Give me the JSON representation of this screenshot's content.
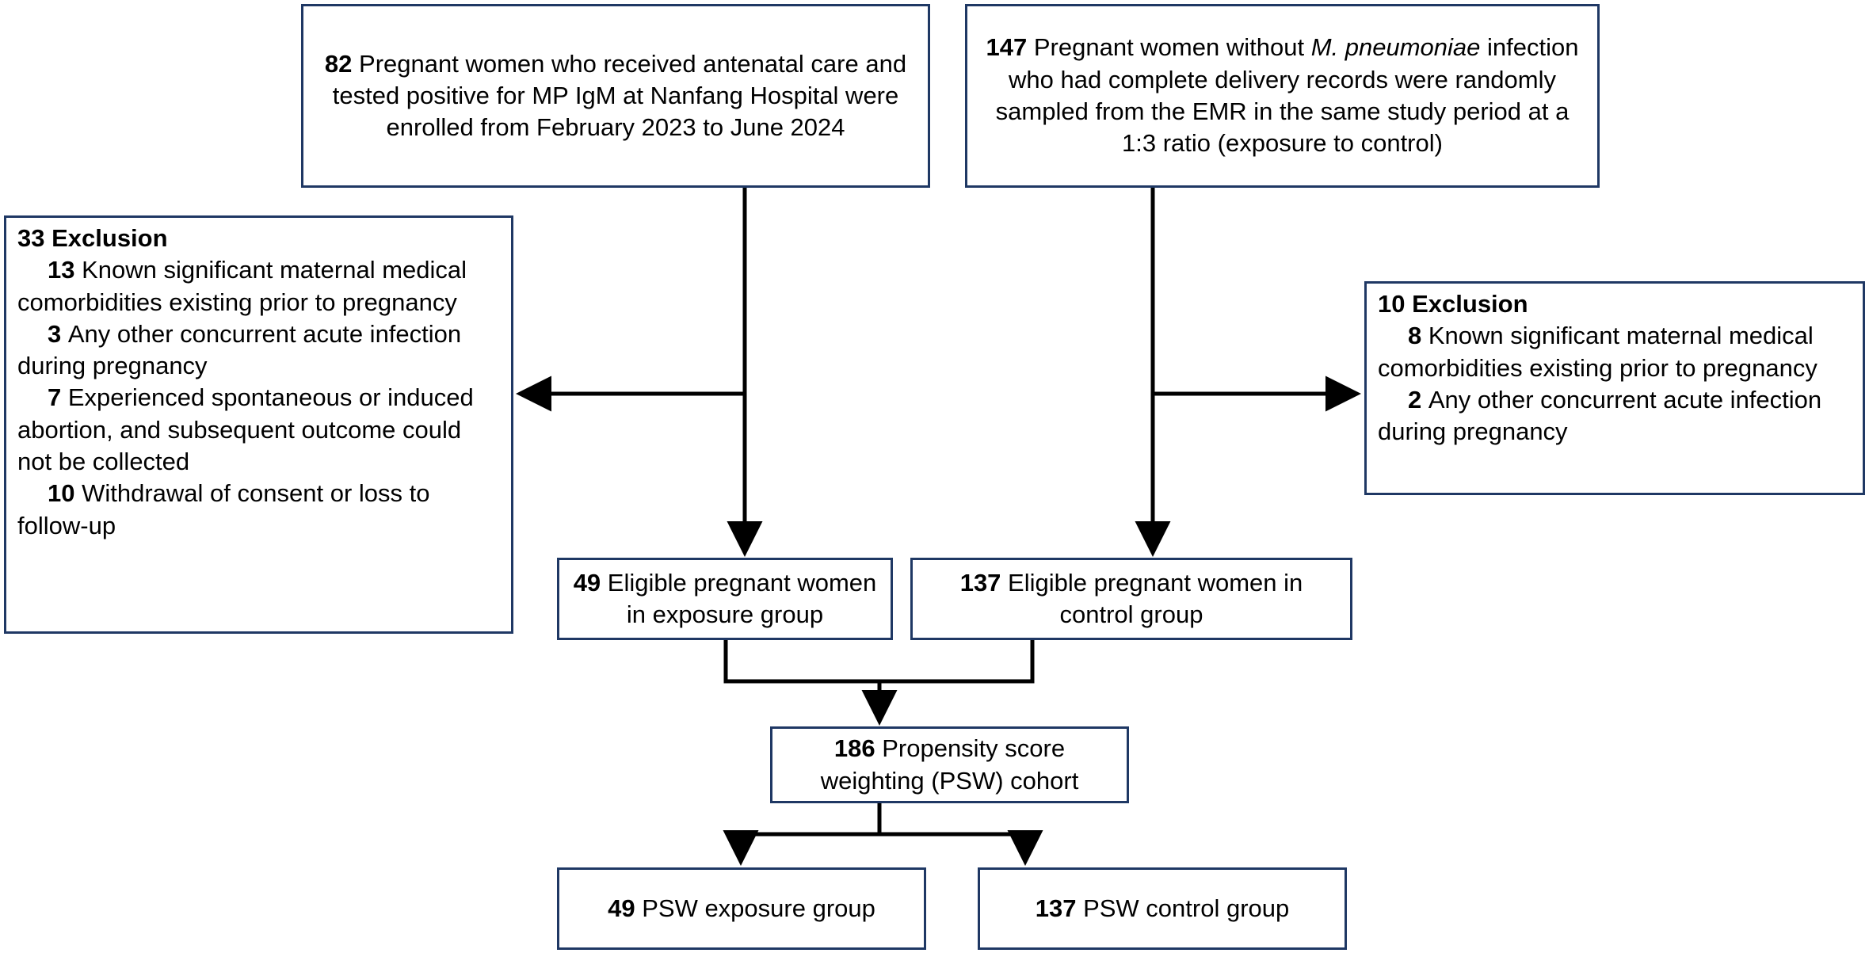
{
  "diagram": {
    "type": "study-flow-diagram",
    "colors": {
      "box_border": "#1f3864",
      "connector": "#000000",
      "background": "#ffffff",
      "text": "#000000"
    },
    "boxes": {
      "enrollment_exposure": {
        "count": "82",
        "text": "Pregnant women who received antenatal care and tested positive for MP IgM at Nanfang Hospital were enrolled from February 2023 to June 2024"
      },
      "enrollment_control": {
        "count": "147",
        "text_before_italic": "Pregnant women without ",
        "italic_term": "M. pneumoniae",
        "text_after_italic": " infection who had complete delivery records were randomly sampled from the EMR in the same study period at a 1:3 ratio (exposure to control)"
      },
      "exclusion_left": {
        "count": "33",
        "title": "Exclusion",
        "items": [
          {
            "count": "13",
            "text": "Known significant maternal medical comorbidities existing prior to pregnancy"
          },
          {
            "count": "3",
            "text": "Any other concurrent acute infection during pregnancy"
          },
          {
            "count": "7",
            "text": "Experienced spontaneous or induced abortion, and  subsequent outcome could not be collected"
          },
          {
            "count": "10",
            "text": "Withdrawal of consent or loss to follow-up"
          }
        ]
      },
      "exclusion_right": {
        "count": "10",
        "title": "Exclusion",
        "items": [
          {
            "count": "8",
            "text": "Known significant maternal medical comorbidities existing prior to pregnancy"
          },
          {
            "count": "2",
            "text": "Any other concurrent acute infection during pregnancy"
          }
        ]
      },
      "eligible_exposure": {
        "count": "49",
        "text": "Eligible pregnant women in exposure group"
      },
      "eligible_control": {
        "count": "137",
        "text": "Eligible pregnant women in control group"
      },
      "psw_cohort": {
        "count": "186",
        "text": "Propensity score weighting (PSW) cohort"
      },
      "psw_exposure": {
        "count": "49",
        "text": "PSW exposure group"
      },
      "psw_control": {
        "count": "137",
        "text": "PSW control group"
      }
    }
  }
}
